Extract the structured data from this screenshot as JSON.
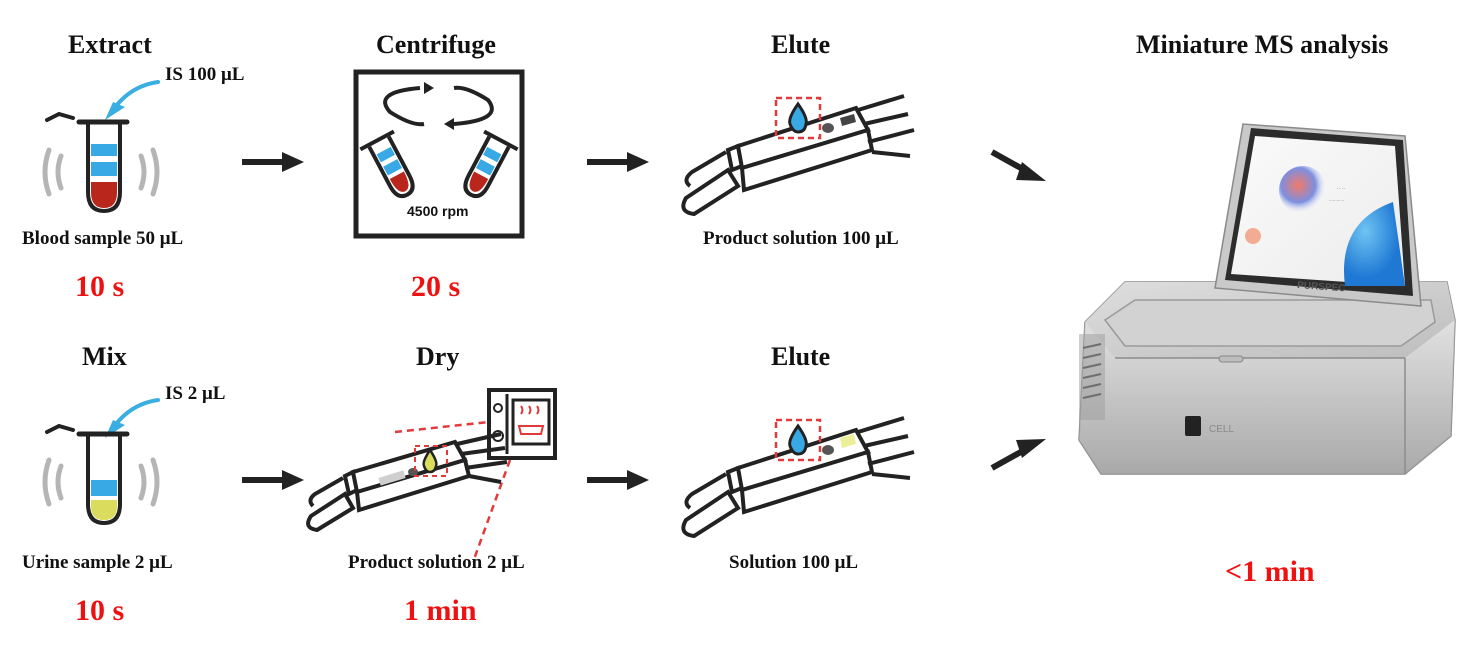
{
  "top_row": {
    "extract": {
      "title": "Extract",
      "reagent": "IS 100 μL",
      "sample": "Blood sample 50 μL",
      "time": "10 s"
    },
    "centrifuge": {
      "title": "Centrifuge",
      "speed": "4500 rpm",
      "time": "20 s"
    },
    "elute": {
      "title": "Elute",
      "product": "Product solution 100 μL"
    }
  },
  "bottom_row": {
    "mix": {
      "title": "Mix",
      "reagent": "IS 2 μL",
      "sample": "Urine sample 2 μL",
      "time": "10 s"
    },
    "dry": {
      "title": "Dry",
      "product": "Product solution 2 μL",
      "time": "1 min"
    },
    "elute": {
      "title": "Elute",
      "product": "Solution 100 μL"
    }
  },
  "analysis": {
    "title": "Miniature MS analysis",
    "time": "<1 min",
    "device_brand": "PURSPEC"
  },
  "colors": {
    "time_red": "#ee1111",
    "arrow_blue": "#3aaee0",
    "blood_red": "#b8261c",
    "reagent_blue": "#39a9e6",
    "urine_yellow": "#d9dc5c",
    "dashed_red": "#e23a3a"
  }
}
